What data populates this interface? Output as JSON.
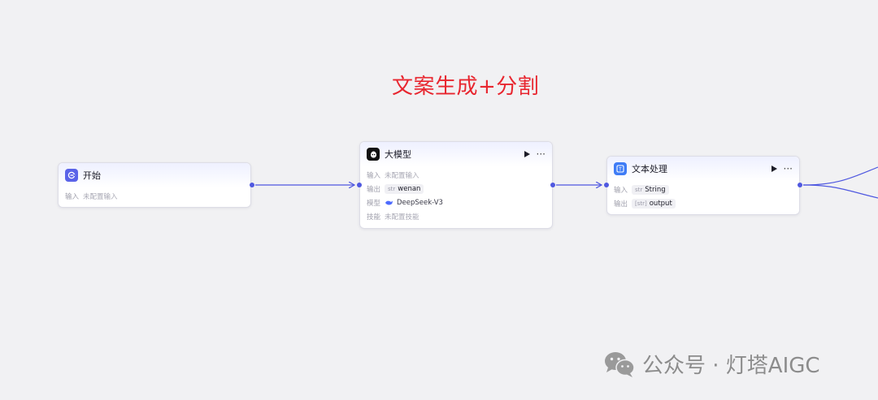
{
  "canvas": {
    "title": "文案生成+分割",
    "edge_color": "#4f58e0",
    "title_color": "#e8262f"
  },
  "nodes": {
    "start": {
      "title": "开始",
      "icon": "start-icon",
      "rows": [
        {
          "label": "输入",
          "value": "未配置输入"
        }
      ]
    },
    "llm": {
      "title": "大模型",
      "icon": "llm-icon",
      "rows": [
        {
          "label": "输入",
          "value": "未配置输入"
        },
        {
          "label": "输出",
          "type": "str",
          "value": "wenan"
        },
        {
          "label": "模型",
          "value": "DeepSeek-V3"
        },
        {
          "label": "技能",
          "value": "未配置技能"
        }
      ]
    },
    "text": {
      "title": "文本处理",
      "icon": "text-process-icon",
      "rows": [
        {
          "label": "输入",
          "type": "str",
          "value": "String"
        },
        {
          "label": "输出",
          "type": "[str]",
          "value": "output"
        }
      ]
    }
  },
  "watermark": {
    "text": "公众号 · 灯塔AIGC",
    "icon": "wechat-icon"
  }
}
